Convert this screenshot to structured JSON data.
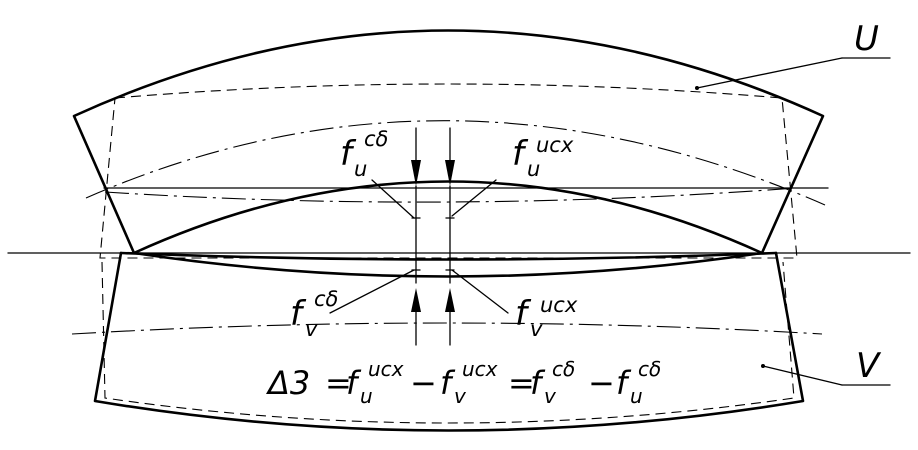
{
  "labels": {
    "body_u": "U",
    "body_v": "V"
  },
  "f_u_sb": {
    "base": "f",
    "sub": "u",
    "sup": "cδ"
  },
  "f_u_isx": {
    "base": "f",
    "sub": "u",
    "sup": "ucx"
  },
  "f_v_sb": {
    "base": "f",
    "sub": "v",
    "sup": "cδ"
  },
  "f_v_isx": {
    "base": "f",
    "sub": "v",
    "sup": "ucx"
  },
  "formula": {
    "lhs": "Δ3",
    "eq1": "=",
    "minus1": "−",
    "eq2": "=",
    "minus2": "−",
    "t1": {
      "base": "f",
      "sub": "u",
      "sup": "ucx"
    },
    "t2": {
      "base": "f",
      "sub": "v",
      "sup": "ucx"
    },
    "t3": {
      "base": "f",
      "sub": "v",
      "sup": "cδ"
    },
    "t4": {
      "base": "f",
      "sub": "u",
      "sup": "cδ"
    }
  }
}
